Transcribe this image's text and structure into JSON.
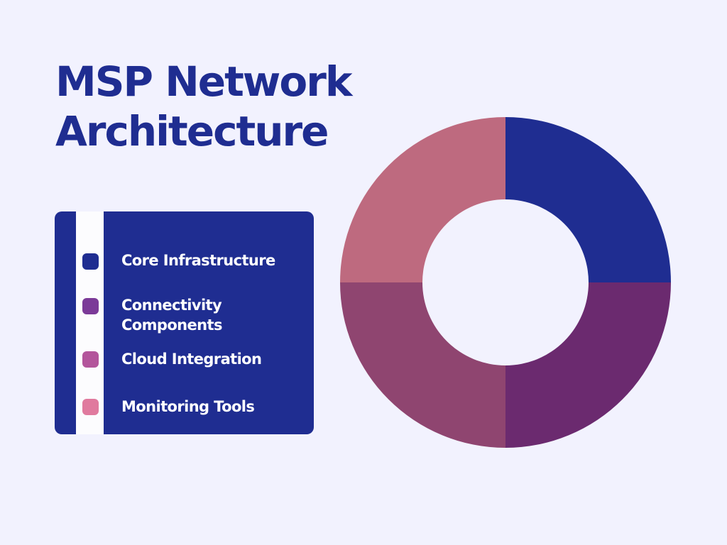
{
  "title": "MSP Network Architecture",
  "chart_data": {
    "type": "pie",
    "donut": true,
    "categories": [
      "Core Infrastructure",
      "Connectivity Components",
      "Cloud Integration",
      "Monitoring Tools"
    ],
    "values": [
      25,
      25,
      25,
      25
    ],
    "slice_colors": [
      "#1f2d91",
      "#6b2a6f",
      "#8f4570",
      "#be6a7f"
    ],
    "legend_colors": [
      "#1f2d91",
      "#7b3a98",
      "#b3559b",
      "#e07a9e"
    ],
    "legend_position": "left"
  }
}
